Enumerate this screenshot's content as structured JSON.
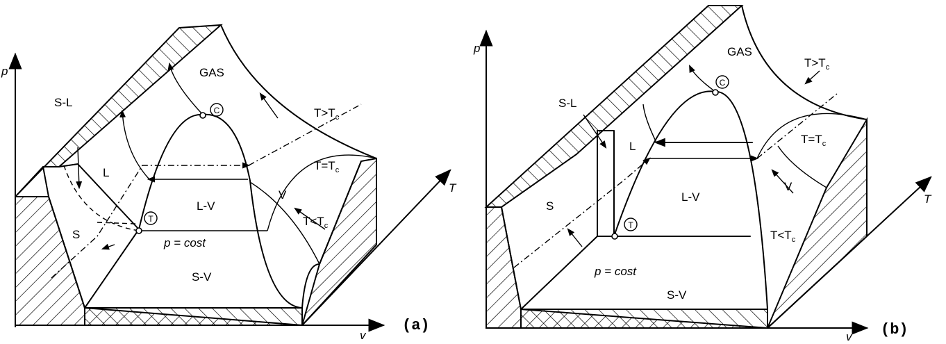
{
  "panels": [
    {
      "caption": "(a)",
      "axes": {
        "p": "p",
        "v": "v",
        "T": "T"
      },
      "regions": {
        "gas": "GAS",
        "liquid": "L",
        "solid": "S",
        "vapor": "V",
        "liquid_vapor": "L-V",
        "solid_vapor": "S-V",
        "solid_liquid": "S-L"
      },
      "isotherms": {
        "above": "T>T",
        "critical": "T=T",
        "below": "T<T",
        "subscript": "c"
      },
      "points": {
        "critical": "C",
        "triple": "T"
      },
      "annotation": "p = cost"
    },
    {
      "caption": "(b)",
      "axes": {
        "p": "p",
        "v": "v",
        "T": "T"
      },
      "regions": {
        "gas": "GAS",
        "liquid": "L",
        "solid": "S",
        "vapor": "V",
        "liquid_vapor": "L-V",
        "solid_vapor": "S-V",
        "solid_liquid": "S-L"
      },
      "isotherms": {
        "above": "T>T",
        "critical": "T=T",
        "below": "T<T",
        "subscript": "c"
      },
      "points": {
        "critical": "C",
        "triple": "T"
      },
      "annotation": "p = cost"
    }
  ]
}
